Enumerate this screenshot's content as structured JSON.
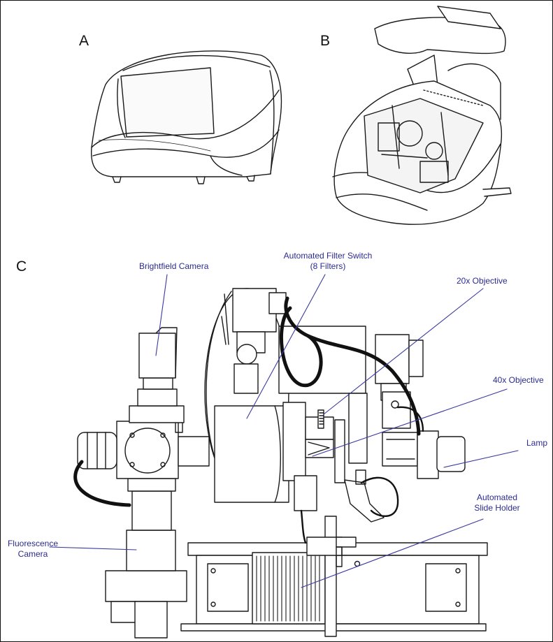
{
  "panels": {
    "a": "A",
    "b": "B",
    "c": "C"
  },
  "labels": {
    "brightfield_camera": "Brightfield Camera",
    "filter_switch_line1": "Automated Filter Switch",
    "filter_switch_line2": "(8 Filters)",
    "objective_20x": "20x Objective",
    "objective_40x": "40x Objective",
    "lamp": "Lamp",
    "slide_holder_line1": "Automated",
    "slide_holder_line2": "Slide Holder",
    "fluorescence_line1": "Fluorescence",
    "fluorescence_line2": "Camera"
  },
  "colors": {
    "label_text": "#2b2b8f",
    "leader_line": "#3a3aa0",
    "drawing_stroke": "#1a1a1a",
    "cable": "#111111"
  }
}
